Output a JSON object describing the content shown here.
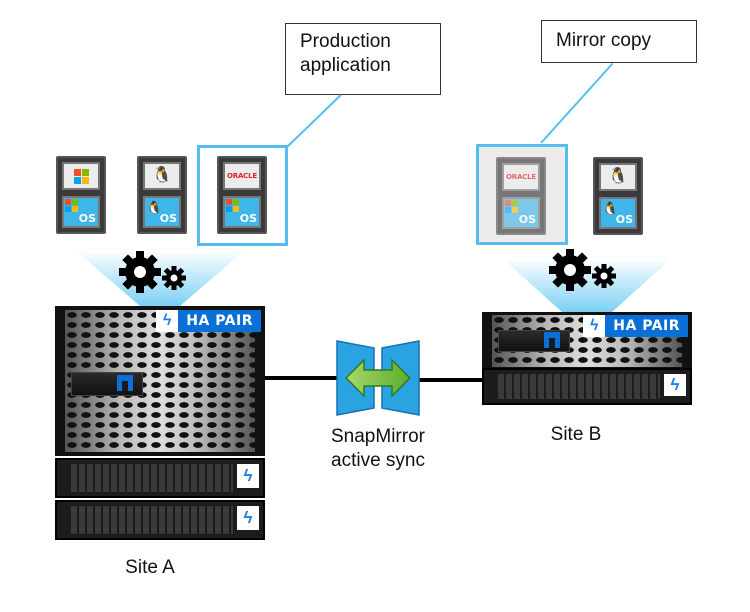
{
  "callouts": {
    "production": {
      "line1": "Production",
      "line2": "application"
    },
    "mirror": {
      "text": "Mirror copy"
    }
  },
  "site_a": {
    "label": "Site A",
    "vms": [
      {
        "app": "windows-icon",
        "os": "OS",
        "os_icon": "windows-icon"
      },
      {
        "app": "linux-tux-icon",
        "os": "OS",
        "os_icon": "linux-tux-icon"
      },
      {
        "app": "ORACLE",
        "os": "OS",
        "os_icon": "windows-icon",
        "highlighted": true
      }
    ],
    "controller_badge": "HA PAIR",
    "shelves": 2
  },
  "site_b": {
    "label": "Site B",
    "vms": [
      {
        "app": "ORACLE",
        "os": "OS",
        "os_icon": "windows-icon",
        "highlighted": true,
        "faded": true
      },
      {
        "app": "linux-tux-icon",
        "os": "OS",
        "os_icon": "linux-tux-icon"
      }
    ],
    "controller_badge": "HA PAIR",
    "shelves": 1
  },
  "link": {
    "line1": "SnapMirror",
    "line2": "active sync"
  },
  "colors": {
    "accent_blue": "#56bdf0",
    "netapp_blue": "#0a6fd6",
    "arrow_green": "#7cc242"
  }
}
